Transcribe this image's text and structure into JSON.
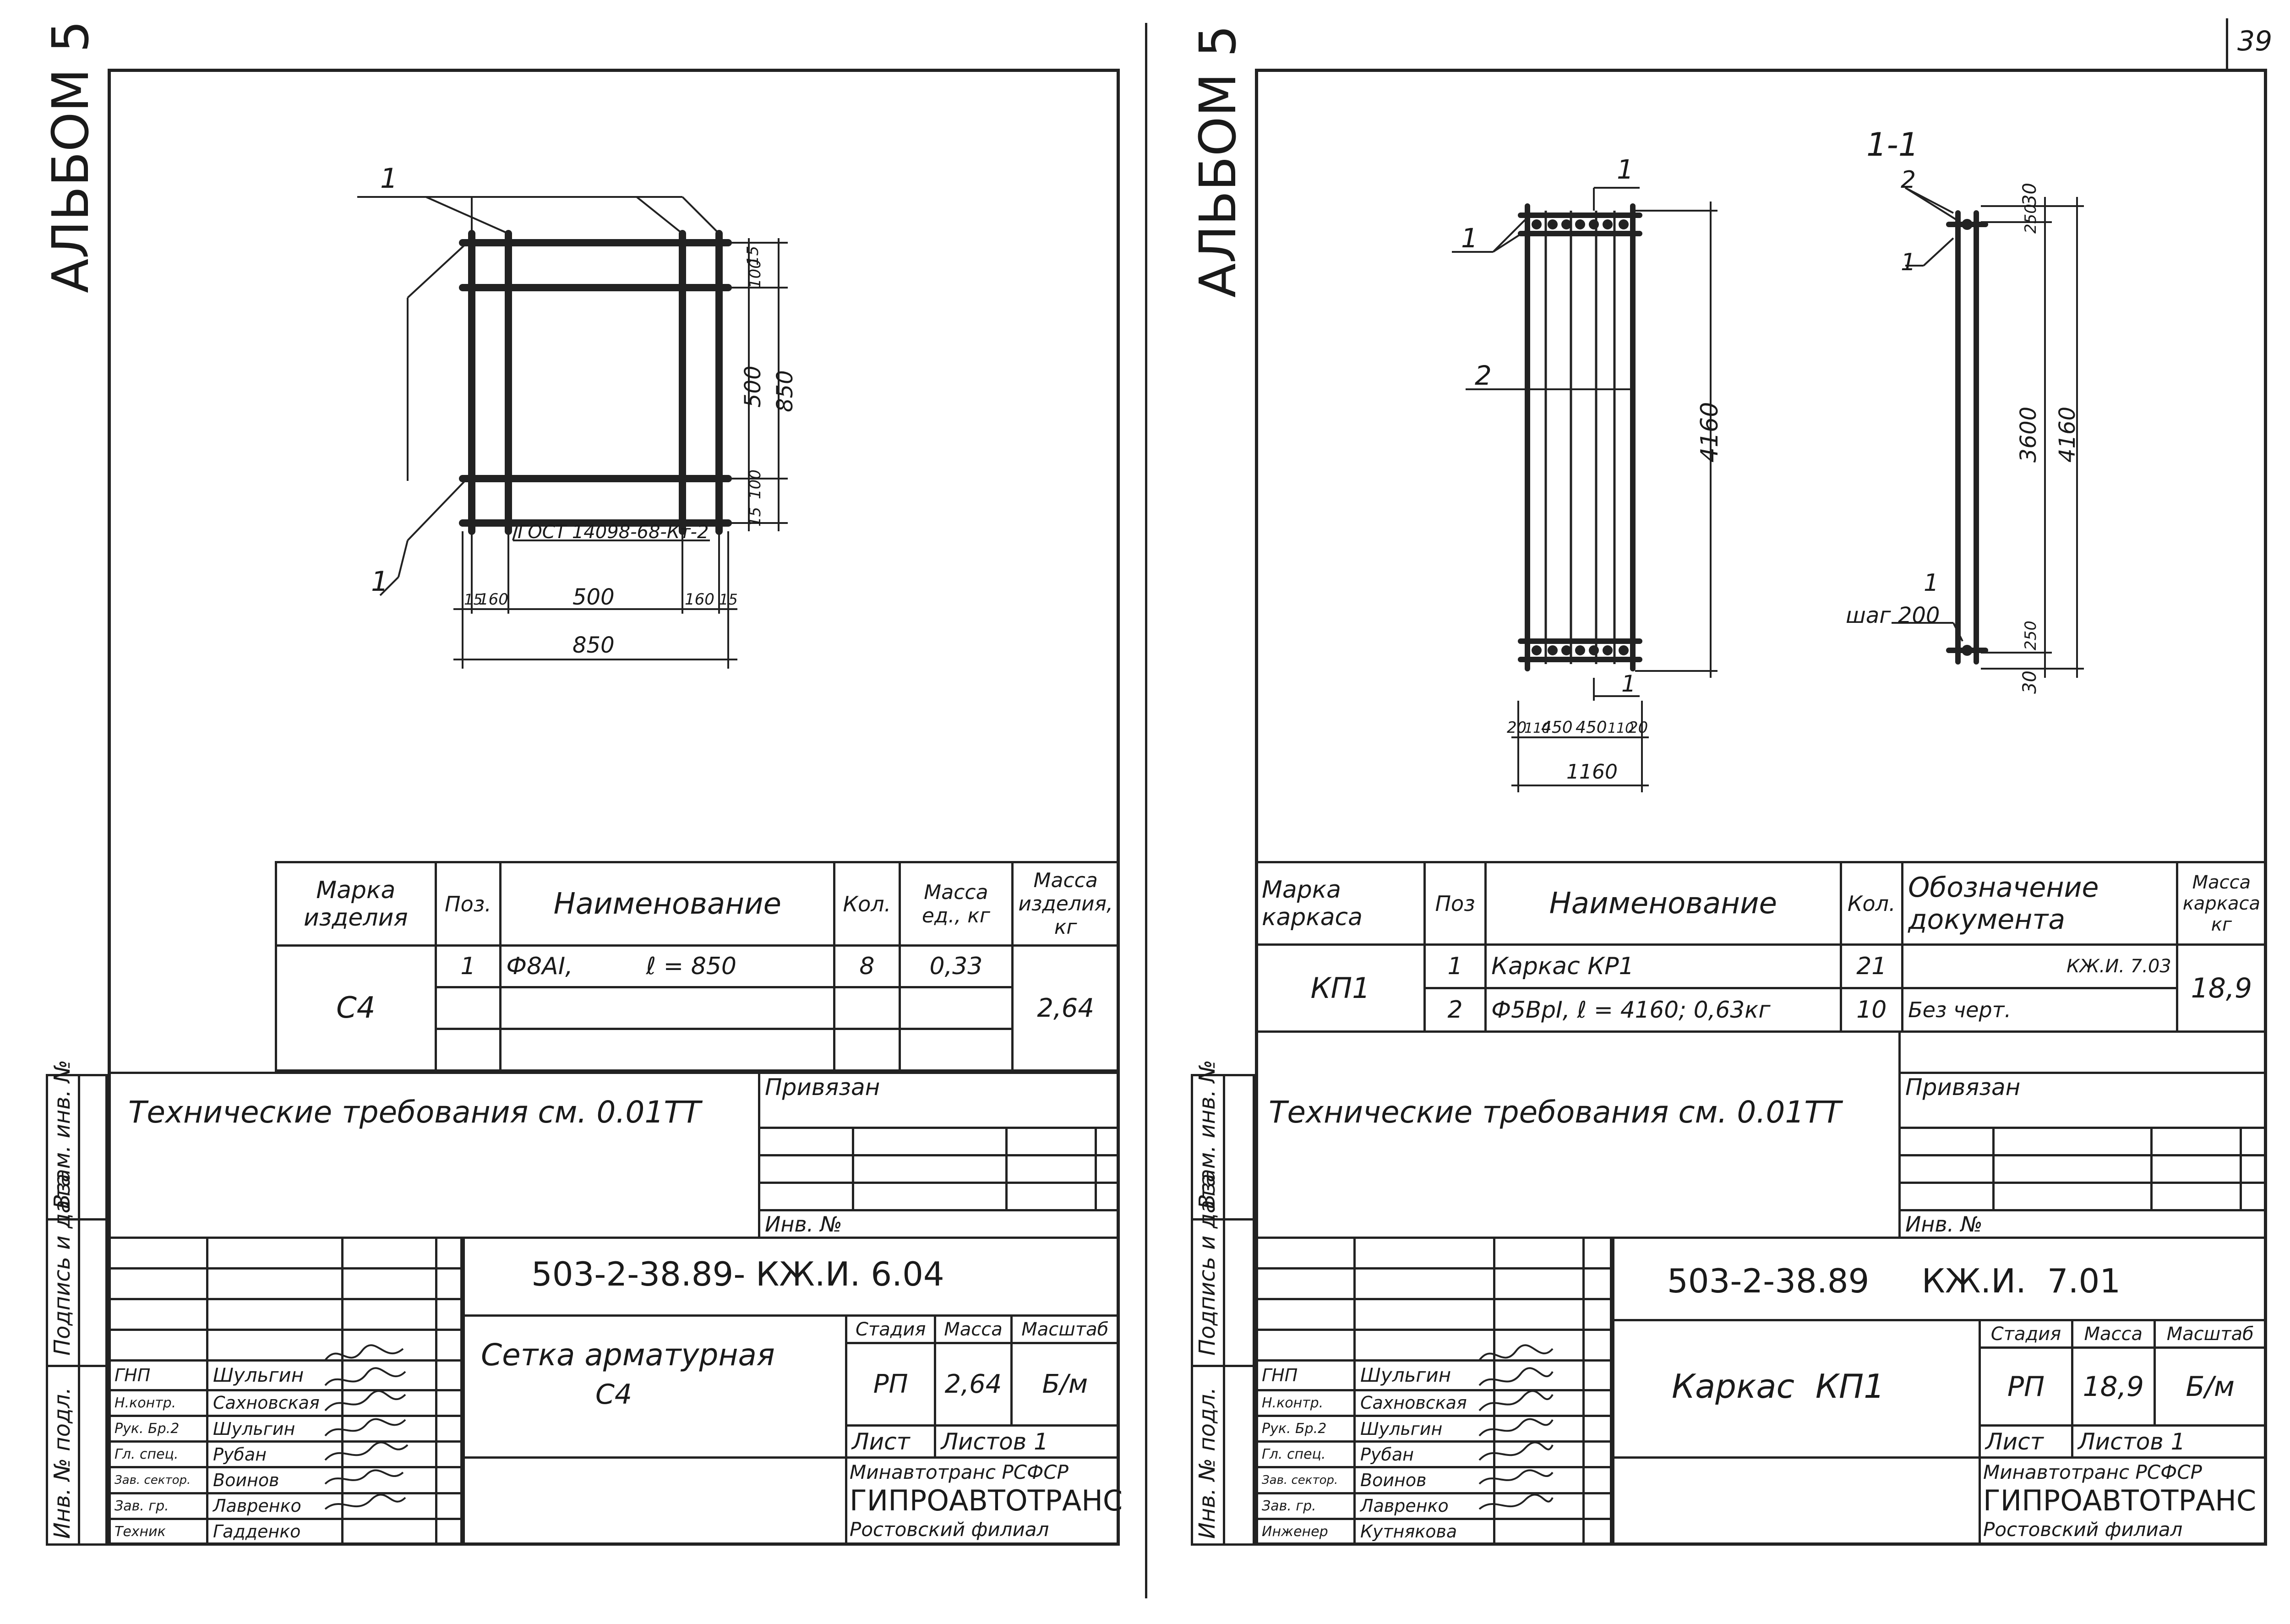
{
  "page_number": "39",
  "left": {
    "album": "АЛЬБОМ 5",
    "drawing": {
      "pos_label": "1",
      "gost": "ГОСТ 14098-68-Кт-2",
      "dims_v": [
        "15",
        "100",
        "500",
        "850",
        "15",
        "100"
      ],
      "dims_h": [
        "15",
        "160",
        "500",
        "160",
        "15"
      ],
      "total_h": "850"
    },
    "spec": {
      "headers": [
        "Марка изделия",
        "Поз.",
        "Наименование",
        "Кол.",
        "Масса ед., кг",
        "Масса изделия, кг"
      ],
      "mark": "С4",
      "rows": [
        {
          "pos": "1",
          "name": "Ф8АI,",
          "length": "ℓ = 850",
          "qty": "8",
          "mass": "0,33"
        }
      ],
      "total_mass": "2,64"
    },
    "tech_req": "Технические требования см. 0.01ТТ",
    "privyazan": "Привязан",
    "inv_no": "Инв. №",
    "side_labels": [
      "Инв. № подл.",
      "Подпись и дата",
      "Взам. инв. №"
    ],
    "code": "503-2-38.89-  КЖ.И. 6.04",
    "title": [
      "Сетка арматурная",
      "С4"
    ],
    "stage_headers": [
      "Стадия",
      "Масса",
      "Масштаб"
    ],
    "stage_values": [
      "РП",
      "2,64",
      "Б/м"
    ],
    "sheet_headers": [
      "Лист",
      "Листов 1"
    ],
    "org": [
      "Минавтотранс РСФСР",
      "ГИПРОАВТОТРАНС",
      "Ростовский филиал"
    ],
    "staff": [
      {
        "role": "ГНП",
        "name": "Шульгин"
      },
      {
        "role": "Н.контр.",
        "name": "Сахновская"
      },
      {
        "role": "Рук. Бр.2",
        "name": "Шульгин"
      },
      {
        "role": "Гл. спец.",
        "name": "Рубан"
      },
      {
        "role": "Зав. сектор.",
        "name": "Воинов"
      },
      {
        "role": "Зав. гр.",
        "name": "Лавренко"
      },
      {
        "role": "Техник",
        "name": "Гадденко"
      }
    ]
  },
  "right": {
    "album": "АЛЬБОМ 5",
    "section": "1-1",
    "drawing": {
      "labels": [
        "1",
        "2",
        "1",
        "1"
      ],
      "h_total": "4160",
      "h_dims": [
        "30",
        "250",
        "3600",
        "4160",
        "250",
        "30"
      ],
      "bottom_dims": [
        "20",
        "110",
        "450",
        "450",
        "110",
        "20"
      ],
      "width": "1160",
      "step": "шаг 200"
    },
    "spec": {
      "headers": [
        "Марка каркаса",
        "Поз",
        "Наименование",
        "Кол.",
        "Обозначение документа",
        "Масса каркаса кг"
      ],
      "mark": "КП1",
      "rows": [
        {
          "pos": "1",
          "name": "Каркас КР1",
          "qty": "21",
          "doc": "КЖ.И. 7.03"
        },
        {
          "pos": "2",
          "name": "Ф5ВрI, ℓ = 4160; 0,63кг",
          "qty": "10",
          "doc": "Без черт."
        }
      ],
      "total_mass": "18,9"
    },
    "tech_req": "Технические требования см. 0.01ТТ",
    "privyazan": "Привязан",
    "inv_no": "Инв. №",
    "side_labels": [
      "Инв. № подл.",
      "Подпись и дата",
      "Взам. инв. №"
    ],
    "code": "503-2-38.89     КЖ.И.  7.01",
    "title": "Каркас  КП1",
    "stage_headers": [
      "Стадия",
      "Масса",
      "Масштаб"
    ],
    "stage_values": [
      "РП",
      "18,9",
      "Б/м"
    ],
    "sheet_headers": [
      "Лист",
      "Листов 1"
    ],
    "org": [
      "Минавтотранс РСФСР",
      "ГИПРОАВТОТРАНС",
      "Ростовский филиал"
    ],
    "staff": [
      {
        "role": "ГНП",
        "name": "Шульгин"
      },
      {
        "role": "Н.контр.",
        "name": "Сахновская"
      },
      {
        "role": "Рук. Бр.2",
        "name": "Шульгин"
      },
      {
        "role": "Гл. спец.",
        "name": "Рубан"
      },
      {
        "role": "Зав. сектор.",
        "name": "Воинов"
      },
      {
        "role": "Зав. гр.",
        "name": "Лавренко"
      },
      {
        "role": "Инженер",
        "name": "Кутнякова"
      }
    ]
  }
}
